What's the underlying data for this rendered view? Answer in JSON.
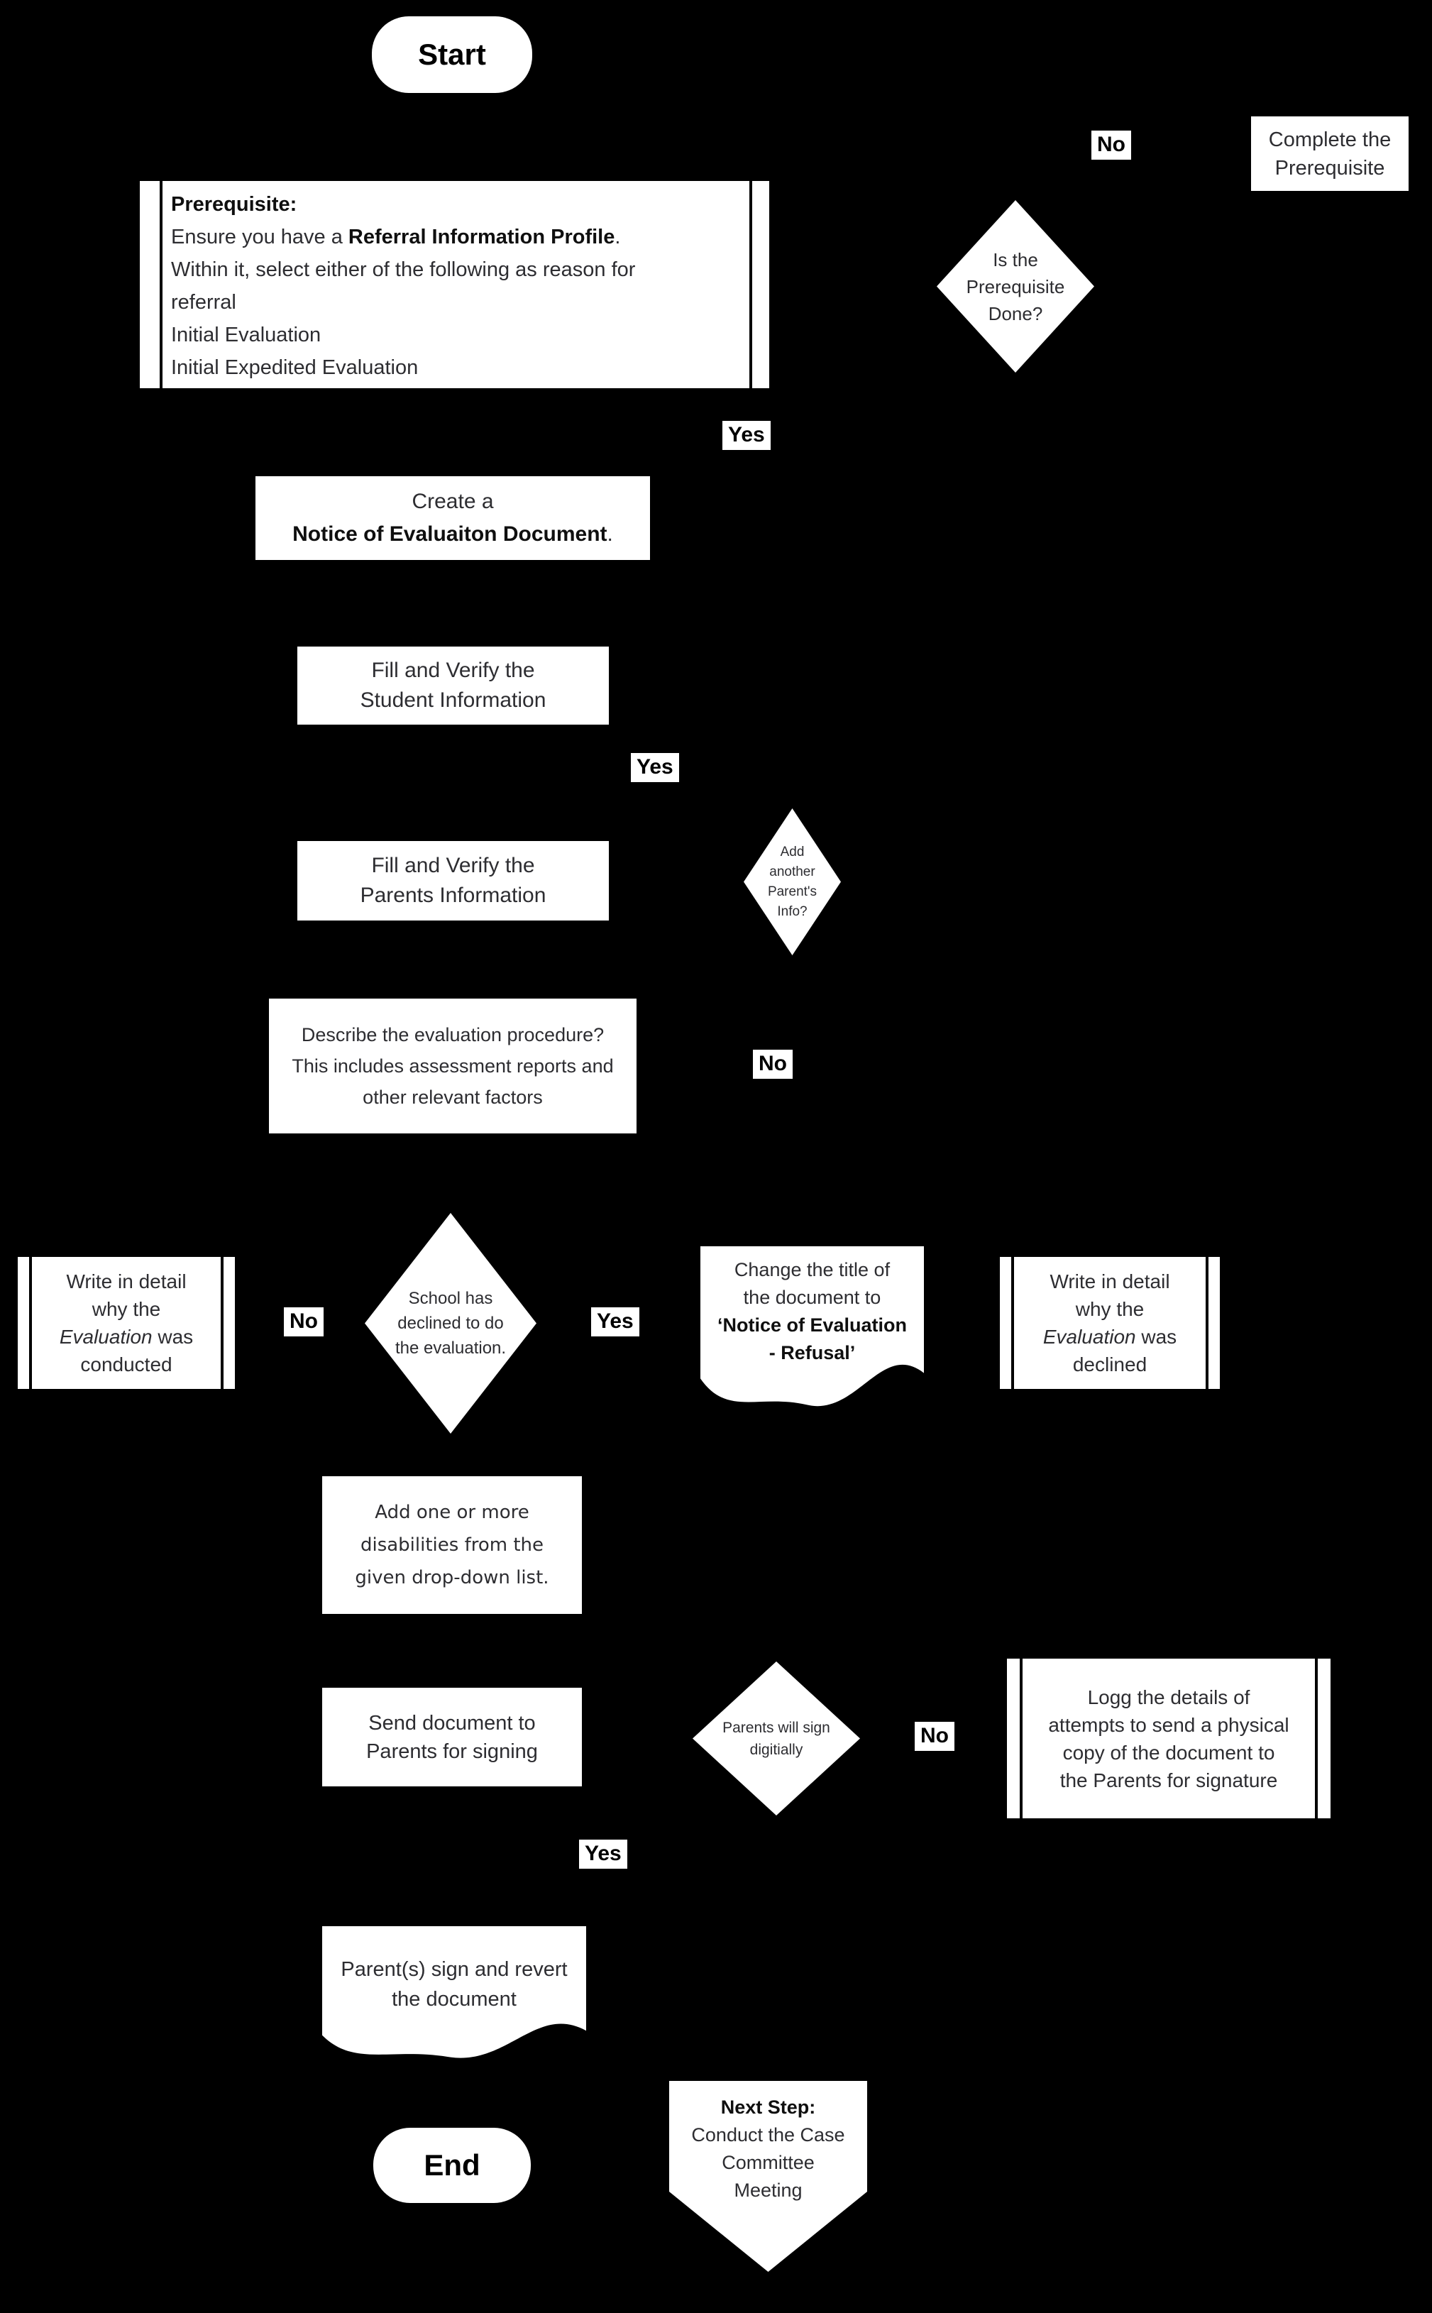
{
  "colors": {
    "background": "#000000",
    "shape_fill": "#ffffff",
    "text_normal": "#2d2d31",
    "text_bold": "#0f0f0f"
  },
  "nodes": {
    "start": {
      "label": "Start"
    },
    "prerequisite": {
      "title": "Prerequisite:",
      "intro_pre": "Ensure you have a ",
      "intro_bold": "Referral Information Profile",
      "intro_post": ".",
      "select_line1": "Within it, select either of the following as reason for",
      "select_line2": "referral",
      "option1": "Initial Evaluation",
      "option2": "Initial Expedited Evaluation"
    },
    "prereq_done_decision": {
      "line1": "Is the",
      "line2": "Prerequisite",
      "line3": "Done?"
    },
    "complete_prerequisite": {
      "line1": "Complete the",
      "line2": "Prerequisite"
    },
    "create_notice": {
      "line1": "Create a",
      "line2_bold": "Notice of Evaluaiton Document",
      "line2_post": "."
    },
    "fill_student": {
      "line1": "Fill and Verify the",
      "line2": "Student Information"
    },
    "fill_parents": {
      "line1": "Fill and Verify the",
      "line2": "Parents Information"
    },
    "add_parent_decision": {
      "line1": "Add",
      "line2": "another",
      "line3": "Parent's",
      "line4": "Info?"
    },
    "describe_evaluation": {
      "line1": "Describe the evaluation procedure?",
      "line2": "This includes assessment reports and",
      "line3": "other relevant factors"
    },
    "write_conducted": {
      "line1": "Write in detail",
      "line2": "why the",
      "line3_italic": "Evaluation",
      "line3_post": " was",
      "line4": "conducted"
    },
    "school_declined_decision": {
      "line1": "School has",
      "line2": "declined to do",
      "line3": "the evaluation."
    },
    "change_title": {
      "line1": "Change the title of",
      "line2": "the document to",
      "line3_bold": "‘Notice of Evaluation",
      "line4_bold": "- Refusal’"
    },
    "write_declined": {
      "line1": "Write in detail",
      "line2": "why the",
      "line3_italic": "Evaluation",
      "line3_post": " was",
      "line4": "declined"
    },
    "add_disabilities": {
      "line1": "Add one or more",
      "line2": "disabilities from the",
      "line3": "given drop-down list."
    },
    "send_document": {
      "line1": "Send document to",
      "line2": "Parents for signing"
    },
    "sign_digitally_decision": {
      "line1": "Parents will sign",
      "line2": "digitially"
    },
    "log_attempts": {
      "line1": "Logg the details of",
      "line2": "attempts to send a physical",
      "line3": "copy of the document to",
      "line4": "the Parents for signature"
    },
    "parents_sign": {
      "line1": "Parent(s) sign and revert",
      "line2": "the document"
    },
    "end": {
      "label": "End"
    },
    "next_step": {
      "line1_bold": "Next Step:",
      "line2": "Conduct the Case",
      "line3": "Committee",
      "line4": "Meeting"
    }
  },
  "edge_labels": {
    "prereq_no": "No",
    "prereq_yes": "Yes",
    "add_parent_yes": "Yes",
    "describe_no": "No",
    "declined_no": "No",
    "declined_yes": "Yes",
    "sign_yes": "Yes",
    "sign_no": "No"
  }
}
